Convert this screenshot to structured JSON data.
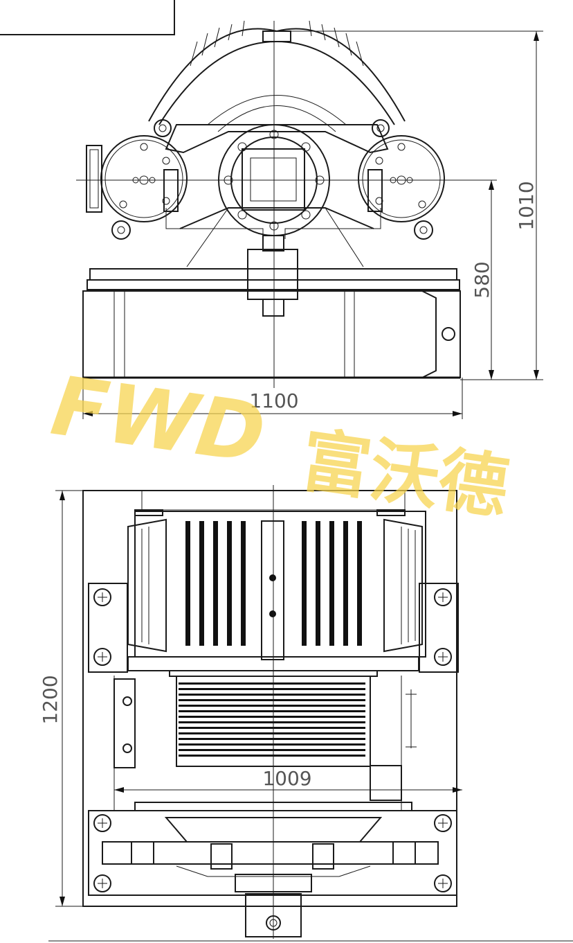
{
  "dimensions": {
    "overall_height": "1010",
    "center_height": "580",
    "overall_width": "1100",
    "plan_length": "1200",
    "plan_width": "1009"
  },
  "watermark": {
    "brand": "FWD",
    "chinese": "富沃德",
    "color": "#f7d44c"
  }
}
